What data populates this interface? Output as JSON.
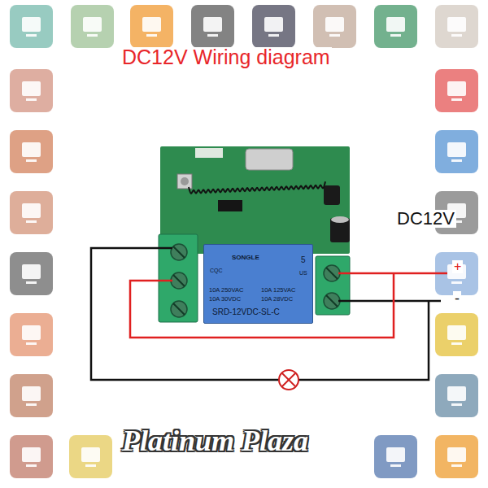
{
  "diagram": {
    "title": "DC12V Wiring diagram",
    "nodes": [
      {
        "text": [
          "SONGLE",
          "10A 250VAC",
          "10A 125VAC",
          "10A 30VDC",
          "10A 28VDC",
          "SRD-12VDC-SL-C"
        ]
      }
    ],
    "labels": [
      "CQC",
      "5",
      "US",
      "DC12V",
      "+",
      "-",
      "Platinum Plaza"
    ]
  }
}
